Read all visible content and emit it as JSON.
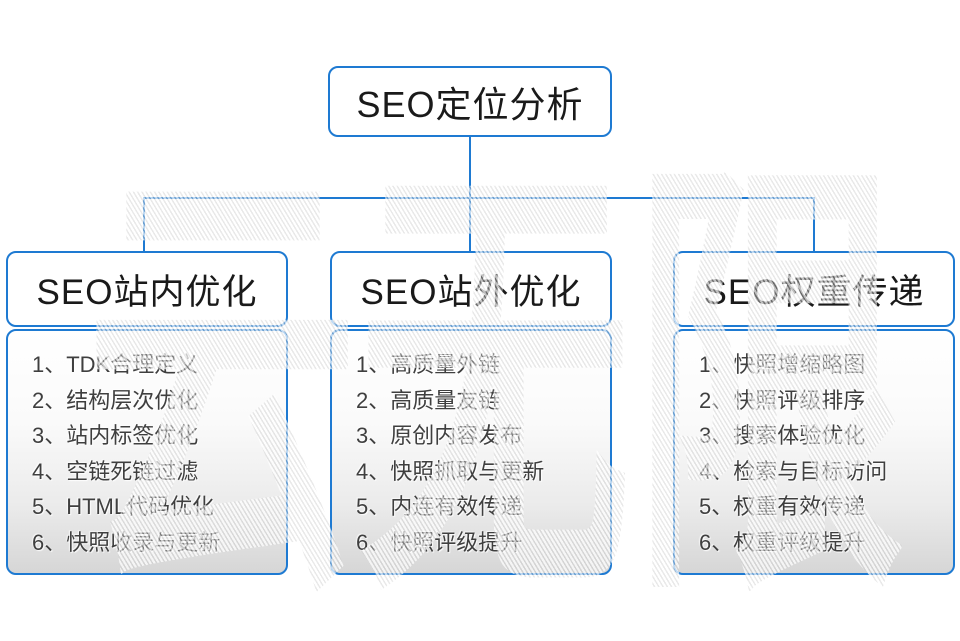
{
  "root": {
    "title": "SEO定位分析"
  },
  "columns": [
    {
      "title": "SEO站内优化",
      "items": [
        "1、TDK合理定义",
        "2、结构层次优化",
        "3、站内标签优化",
        "4、空链死链过滤",
        "5、HTML代码优化",
        "6、快照收录与更新"
      ]
    },
    {
      "title": "SEO站外优化",
      "items": [
        "1、高质量外链",
        "2、高质量友链",
        "3、原创内容发布",
        "4、快照抓取与更新",
        "5、内连有效传递",
        "6、快照评级提升"
      ]
    },
    {
      "title": "SEO权重传递",
      "items": [
        "1、快照增缩略图",
        "2、快照评级排序",
        "3、搜索体验优化",
        "4、检索与目标访问",
        "5、权重有效传递",
        "6、权重评级提升"
      ]
    }
  ],
  "watermark": "云无限",
  "colors": {
    "accent_blue": "#1e7ad2",
    "header_text": "#1a1a1a",
    "list_text": "#3f3f3f",
    "body_gradient_bottom": "#d6d6d6",
    "background": "#ffffff"
  }
}
